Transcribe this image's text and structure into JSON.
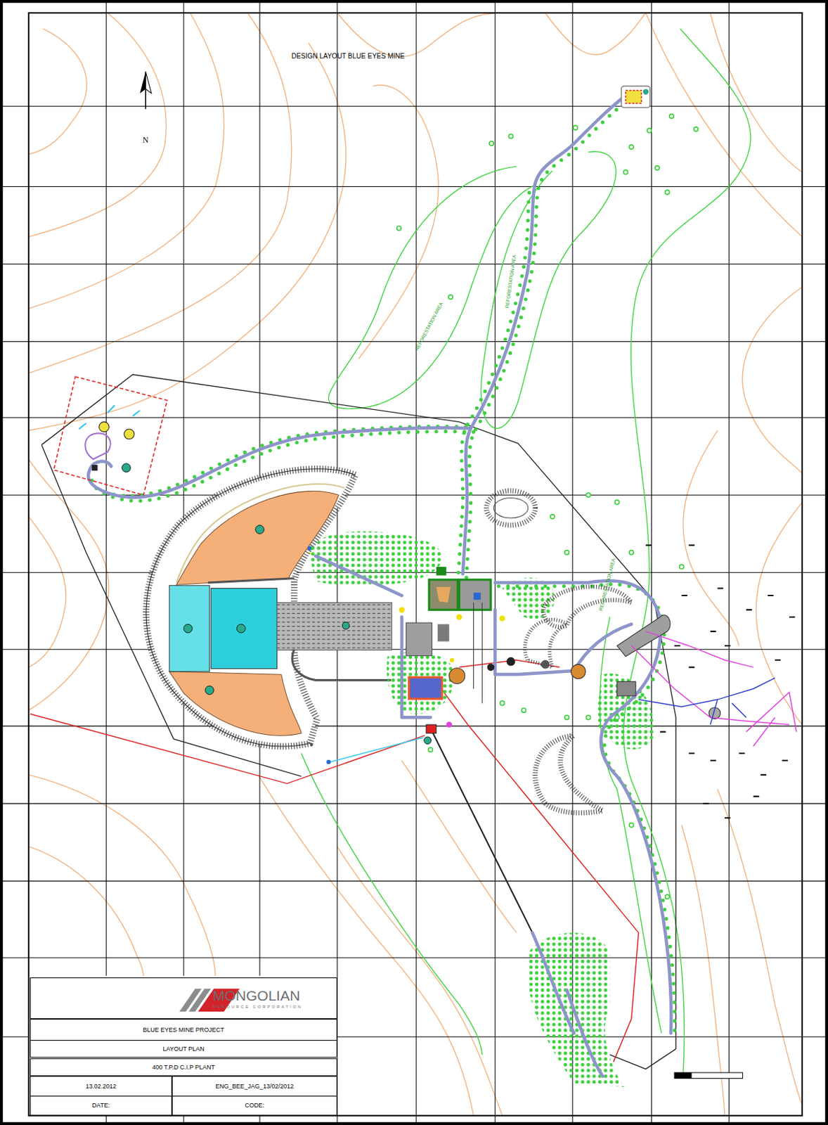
{
  "diagram": {
    "title": "DESIGN LAYOUT BLUE EYES MINE",
    "nodes": [
      {
        "text": [
          "MONGOLIAN",
          "RESOURCE CORPORATION"
        ]
      },
      {
        "text": [
          "BLUE EYES MINE PROJECT"
        ]
      },
      {
        "text": [
          "LAYOUT PLAN"
        ]
      },
      {
        "text": [
          "400 T.P.D C.I.P PLANT"
        ]
      },
      {
        "text": [
          "13.02.2012",
          "DATE:"
        ]
      },
      {
        "text": [
          "ENG_BEE_JAG_13/02/2012",
          "CODE:"
        ]
      }
    ],
    "labels": [
      "N",
      "REFORESTATION AREA",
      "REFORESTATION AREA",
      "REFORESTATION AREA"
    ]
  }
}
